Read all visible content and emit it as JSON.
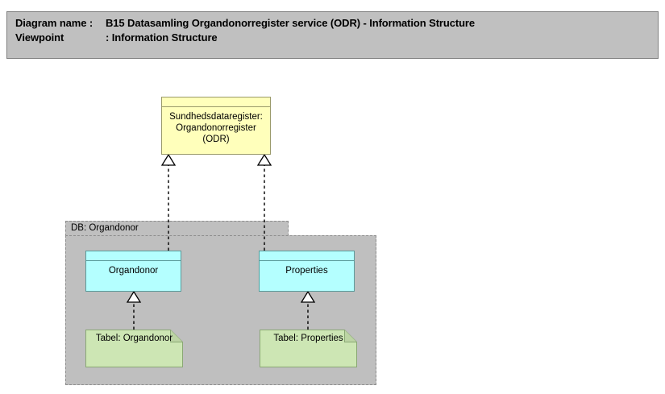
{
  "header": {
    "diagram_name_label": "Diagram name :",
    "diagram_name_value": "B15 Datasamling Organdonorregister service (ODR) - Information Structure",
    "viewpoint_label": "Viewpoint",
    "viewpoint_separator_value": ": Information Structure",
    "background_color": "#c0c0c0",
    "border_color": "#808080"
  },
  "diagram": {
    "package": {
      "label": "DB: Organdonor",
      "fill_color": "#bfbfbf",
      "border_color": "#8c8c8c",
      "border_style": "dashed"
    },
    "nodes": {
      "odr_class": {
        "label": "Sundhedsdataregister:\nOrgandonorregister\n(ODR)",
        "fill_color": "#ffffbb",
        "border_color": "#9a9a6a",
        "shape": "uml-class"
      },
      "organdonor_class": {
        "label": "Organdonor",
        "fill_color": "#b4ffff",
        "border_color": "#5a9a9a",
        "shape": "uml-class"
      },
      "properties_class": {
        "label": "Properties",
        "fill_color": "#b4ffff",
        "border_color": "#5a9a9a",
        "shape": "uml-class"
      },
      "tabel_organdonor_note": {
        "label": "Tabel: Organdonor",
        "fill_color": "#cde6b4",
        "border_color": "#8aa874",
        "shape": "note-folded-corner"
      },
      "tabel_properties_note": {
        "label": "Tabel: Properties",
        "fill_color": "#cde6b4",
        "border_color": "#8aa874",
        "shape": "note-folded-corner"
      }
    },
    "connectors": [
      {
        "name": "organdonor-realizes-odr",
        "from": "organdonor_class",
        "to": "odr_class",
        "type": "realization",
        "line_style": "dashed",
        "arrowhead": "hollow-triangle"
      },
      {
        "name": "properties-realizes-odr",
        "from": "properties_class",
        "to": "odr_class",
        "type": "realization",
        "line_style": "dashed",
        "arrowhead": "hollow-triangle"
      },
      {
        "name": "tabel-organdonor-realizes-organdonor",
        "from": "tabel_organdonor_note",
        "to": "organdonor_class",
        "type": "realization",
        "line_style": "dashed",
        "arrowhead": "hollow-triangle"
      },
      {
        "name": "tabel-properties-realizes-properties",
        "from": "tabel_properties_note",
        "to": "properties_class",
        "type": "realization",
        "line_style": "dashed",
        "arrowhead": "hollow-triangle"
      }
    ]
  }
}
